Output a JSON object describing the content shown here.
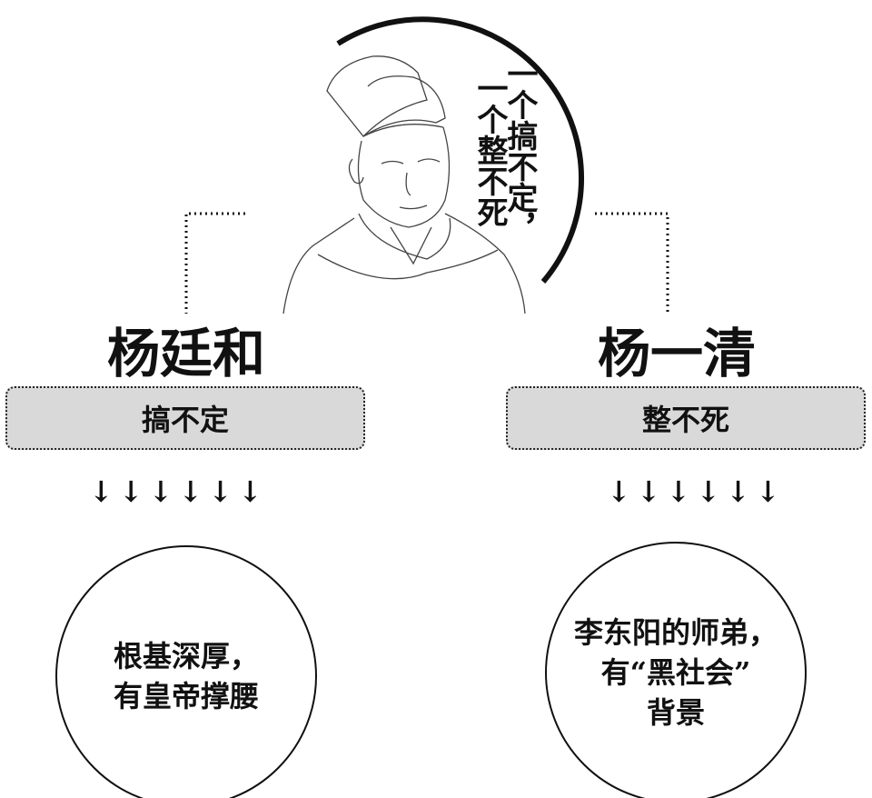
{
  "speech": {
    "line1": "一个搞不定，",
    "line2": "一个整不死"
  },
  "left": {
    "name": "杨廷和",
    "label": "搞不定",
    "arrows": "↓↓↓↓↓↓",
    "reason_lines": [
      "根基深厚，",
      "有皇帝撑腰"
    ]
  },
  "right": {
    "name": "杨一清",
    "label": "整不死",
    "arrows": "↓↓↓↓↓↓",
    "reason_lines": [
      "李东阳的师弟，",
      "有“黑社会”",
      "背景"
    ]
  }
}
